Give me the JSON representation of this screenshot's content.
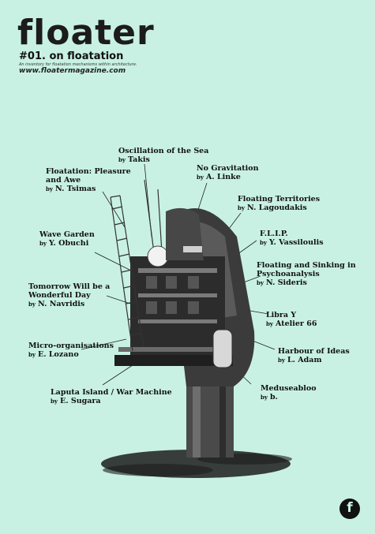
{
  "masthead": {
    "logo": "floater",
    "issue": "#01. on floatation",
    "tagline": "An inventory for floatation mechanisms within architecture.",
    "url": "www.floatermagazine.com"
  },
  "articles": [
    {
      "title": "Oscillation of the Sea",
      "by": "by",
      "author": "Takis"
    },
    {
      "title": "Floatation: Pleasure and Awe",
      "by": "by",
      "author": "N. Tsimas"
    },
    {
      "title": "No Gravitation",
      "by": "by",
      "author": "A. Linke"
    },
    {
      "title": "Floating Territories",
      "by": "by",
      "author": "N. Lagoudakis"
    },
    {
      "title": "Wave Garden",
      "by": "by",
      "author": "Y. Obuchi"
    },
    {
      "title": "F.L.I.P.",
      "by": "by",
      "author": "Y. Vassiloulis"
    },
    {
      "title": "Floating and Sinking in Psychoanalysis",
      "by": "by",
      "author": "N. Sideris"
    },
    {
      "title": "Tomorrow Will be a Wonderful Day",
      "by": "by",
      "author": "N. Navridis"
    },
    {
      "title": "Libra Y",
      "by": "by",
      "author": "Atelier 66"
    },
    {
      "title": "Micro-organisations",
      "by": "by",
      "author": "E. Lozano"
    },
    {
      "title": "Harbour of Ideas",
      "by": "by",
      "author": "L. Adam"
    },
    {
      "title": "Meduseabloo",
      "by": "by",
      "author": "b."
    },
    {
      "title": "Laputa Island / War Machine",
      "by": "by",
      "author": "E. Sugara"
    }
  ],
  "icons": {
    "corner": "f-logo-icon"
  }
}
